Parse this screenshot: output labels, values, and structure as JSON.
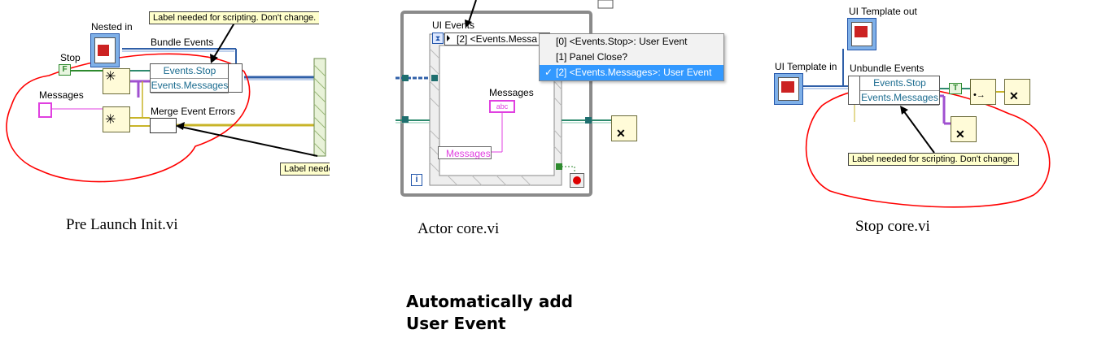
{
  "captions": {
    "pre_launch": "Pre Launch Init.vi",
    "actor_core": "Actor core.vi",
    "stop_core": "Stop core.vi",
    "headline_line1": "Automatically add",
    "headline_line2": "User Event"
  },
  "pre_launch": {
    "note_top": "Label needed for scripting. Don't change.",
    "nested_in": "Nested in",
    "bundle_events": "Bundle Events",
    "stop": "Stop",
    "stop_constant": "F",
    "messages": "Messages",
    "merge_event_errors": "Merge Event Errors",
    "cluster_items": [
      "Events.Stop",
      "Events.Messages"
    ],
    "note_bottom": "Label needed for scripting. Don't change."
  },
  "actor_core": {
    "ui_events": "UI Events",
    "event_selector": "[2] <Events.Messa",
    "messages": "Messages",
    "messages_indicator": "Messages",
    "abc_tag": "abc",
    "loop_index": "i",
    "menu": {
      "items": [
        "[0] <Events.Stop>: User Event",
        "[1] Panel Close?",
        "[2] <Events.Messages>: User Event"
      ],
      "selected_index": 2,
      "check": "✓"
    }
  },
  "stop_core": {
    "ui_template_out": "UI Template out",
    "ui_template_in": "UI Template in",
    "unbundle_events": "Unbundle Events",
    "cluster_items": [
      "Events.Stop",
      "Events.Messages"
    ],
    "true_constant": "T",
    "note": "Label needed for scripting.  Don't change."
  },
  "colors": {
    "annotation_red": "#ff0000",
    "wire_blue": "#2f5fa8",
    "wire_pink": "#e040e0",
    "wire_yellow": "#c8b428",
    "wire_green": "#2e8a6e",
    "menu_highlight": "#3399ff"
  }
}
